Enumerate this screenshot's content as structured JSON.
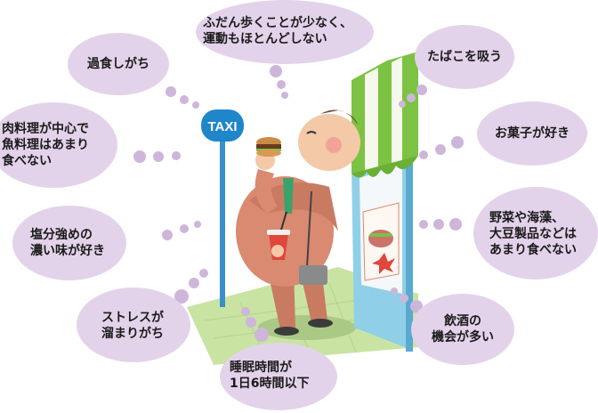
{
  "colors": {
    "bubble": "#e3d3ea",
    "bubble_stroke": "#b79cc6",
    "trail_dot": "#cdb6da",
    "taxi_sign": "#1f86c9",
    "awning_green": "#7cc243",
    "awning_white": "#f4f9ec",
    "shop_wall": "#8fd0e8",
    "suit": "#d98a70",
    "skin": "#f3c9a8",
    "ground": "#c9e3a3"
  },
  "taxi_sign": "TAXI",
  "bubbles": [
    {
      "id": "overeating",
      "lines": [
        "過食しがち"
      ]
    },
    {
      "id": "no-exercise",
      "lines": [
        "ふだん歩くことが少なく、",
        "運動もほとんどしない"
      ]
    },
    {
      "id": "smoking",
      "lines": [
        "たばこを吸う"
      ]
    },
    {
      "id": "meat",
      "lines": [
        "肉料理が中心で",
        "魚料理はあまり",
        "食べない"
      ]
    },
    {
      "id": "sweets",
      "lines": [
        "お菓子が好き"
      ]
    },
    {
      "id": "salty",
      "lines": [
        "塩分強めの",
        "濃い味が好き"
      ]
    },
    {
      "id": "vegetables",
      "lines": [
        "野菜や海藻、",
        "大豆製品などは",
        "あまり食べない"
      ]
    },
    {
      "id": "stress",
      "lines": [
        "ストレスが",
        "溜まりがち"
      ]
    },
    {
      "id": "drinking",
      "lines": [
        "飲酒の",
        "機会が多い"
      ]
    },
    {
      "id": "sleep",
      "lines": [
        "睡眠時間が",
        "1日6時間以下"
      ]
    }
  ]
}
